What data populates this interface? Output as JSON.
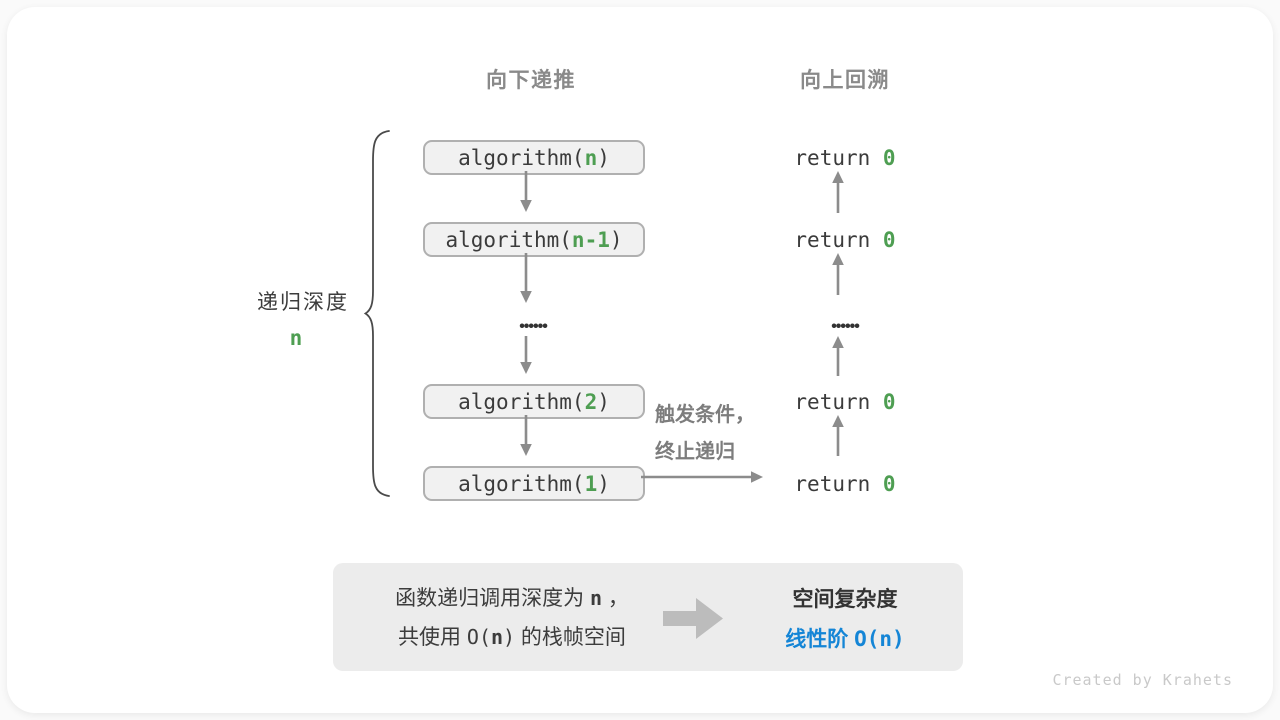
{
  "colors": {
    "green": "#4e9e52",
    "blue": "#1485d6"
  },
  "headers": {
    "downward": "向下递推",
    "upward": "向上回溯"
  },
  "depth_label": {
    "text": "递归深度",
    "value": "n"
  },
  "stack": {
    "ellipsis": "••••••",
    "calls": [
      {
        "before": "algorithm(",
        "arg": "n",
        "after": ")"
      },
      {
        "before": "algorithm(",
        "arg": "n-1",
        "after": ")"
      },
      {
        "before": "algorithm(",
        "arg": "2",
        "after": ")"
      },
      {
        "before": "algorithm(",
        "arg": "1",
        "after": ")"
      }
    ]
  },
  "returns": {
    "ellipsis": "••••••",
    "items": [
      {
        "text": "return ",
        "value": "0"
      },
      {
        "text": "return ",
        "value": "0"
      },
      {
        "text": "return ",
        "value": "0"
      },
      {
        "text": "return ",
        "value": "0"
      }
    ]
  },
  "base_case_note": {
    "line1": "触发条件，",
    "line2": "终止递归"
  },
  "summary": {
    "line1": {
      "before": "函数递归调用深度为 ",
      "highlight": "n",
      "after": " ，"
    },
    "line2": {
      "before": "共使用 ",
      "code_open": "O(",
      "highlight": "n",
      "code_close": ")",
      "after": " 的栈帧空间"
    },
    "result_title": "空间复杂度",
    "result_prefix": "线性阶 ",
    "result_code": "O(n)"
  },
  "credit": "Created by Krahets"
}
